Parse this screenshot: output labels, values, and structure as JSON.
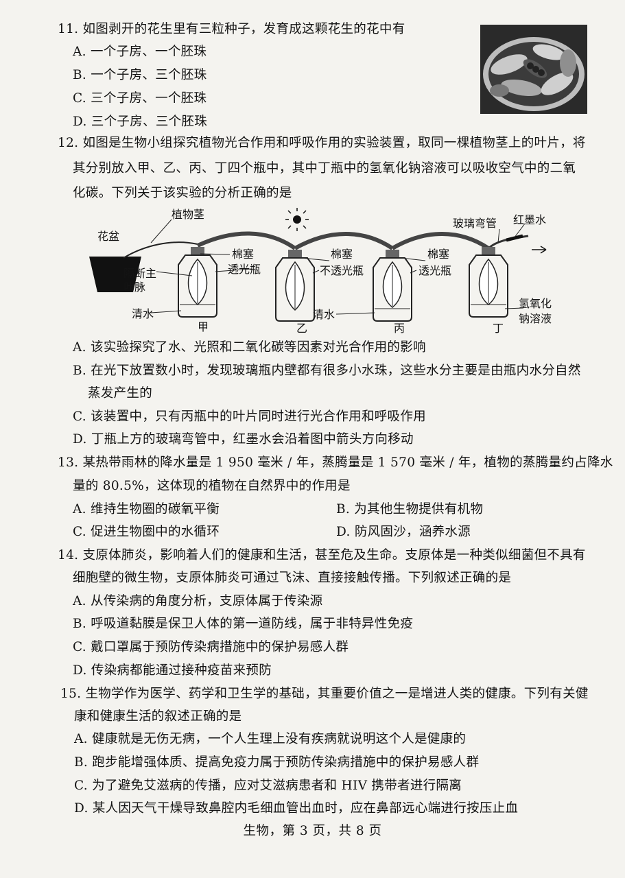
{
  "q11": {
    "stem": "11. 如图剥开的花生里有三粒种子，发育成这颗花生的花中有",
    "options": [
      "A. 一个子房、一个胚珠",
      "B. 一个子房、三个胚珠",
      "C. 三个子房、一个胚珠",
      "D. 三个子房、三个胚珠"
    ]
  },
  "q12": {
    "stem_lines": [
      "12. 如图是生物小组探究植物光合作用和呼吸作用的实验装置，取同一棵植物茎上的叶片，将",
      "其分别放入甲、乙、丙、丁四个瓶中，其中丁瓶中的氢氧化钠溶液可以吸收空气中的二氧",
      "化碳。下列关于该实验的分析正确的是"
    ],
    "diagram": {
      "pot": "花盆",
      "stem": "植物茎",
      "cork1": "棉塞",
      "cork2": "棉塞",
      "cork3": "棉塞",
      "vein_cut_1": "隔断主",
      "vein_cut_2": "叶脉",
      "clear_bottle_1": "透光瓶",
      "dark_bottle": "不透光瓶",
      "clear_bottle_2": "透光瓶",
      "water_1": "清水",
      "water_2": "清水",
      "glass_tube": "玻璃弯管",
      "red_ink": "红墨水",
      "naoh_1": "氢氧化",
      "naoh_2": "钠溶液",
      "jar_jia": "甲",
      "jar_yi": "乙",
      "jar_bing": "丙",
      "jar_ding": "丁"
    },
    "options": [
      "A. 该实验探究了水、光照和二氧化碳等因素对光合作用的影响",
      "B. 在光下放置数小时，发现玻璃瓶内壁都有很多小水珠，这些水分主要是由瓶内水分自然",
      "蒸发产生的",
      "C. 该装置中，只有丙瓶中的叶片同时进行光合作用和呼吸作用",
      "D. 丁瓶上方的玻璃弯管中，红墨水会沿着图中箭头方向移动"
    ]
  },
  "q13": {
    "stem_lines": [
      "13. 某热带雨林的降水量是 1 950 毫米 / 年，蒸腾量是 1 570 毫米 / 年，植物的蒸腾量约占降水",
      "量的 80.5%，这体现的植物在自然界中的作用是"
    ],
    "options": [
      "A. 维持生物圈的碳氧平衡",
      "B. 为其他生物提供有机物",
      "C. 促进生物圈中的水循环",
      "D. 防风固沙，涵养水源"
    ]
  },
  "q14": {
    "stem_lines": [
      "14. 支原体肺炎，影响着人们的健康和生活，甚至危及生命。支原体是一种类似细菌但不具有",
      "细胞壁的微生物，支原体肺炎可通过飞沫、直接接触传播。下列叙述正确的是"
    ],
    "options": [
      "A. 从传染病的角度分析，支原体属于传染源",
      "B. 呼吸道黏膜是保卫人体的第一道防线，属于非特异性免疫",
      "C. 戴口罩属于预防传染病措施中的保护易感人群",
      "D. 传染病都能通过接种疫苗来预防"
    ]
  },
  "q15": {
    "stem_lines": [
      "15. 生物学作为医学、药学和卫生学的基础，其重要价值之一是增进人类的健康。下列有关健",
      "康和健康生活的叙述正确的是"
    ],
    "options": [
      "A. 健康就是无伤无病，一个人生理上没有疾病就说明这个人是健康的",
      "B. 跑步能增强体质、提高免疫力属于预防传染病措施中的保护易感人群",
      "C. 为了避免艾滋病的传播，应对艾滋病患者和 HIV 携带者进行隔离",
      "D. 某人因天气干燥导致鼻腔内毛细血管出血时，应在鼻部远心端进行按压止血"
    ]
  },
  "footer": "生物，第 3 页，共 8 页"
}
